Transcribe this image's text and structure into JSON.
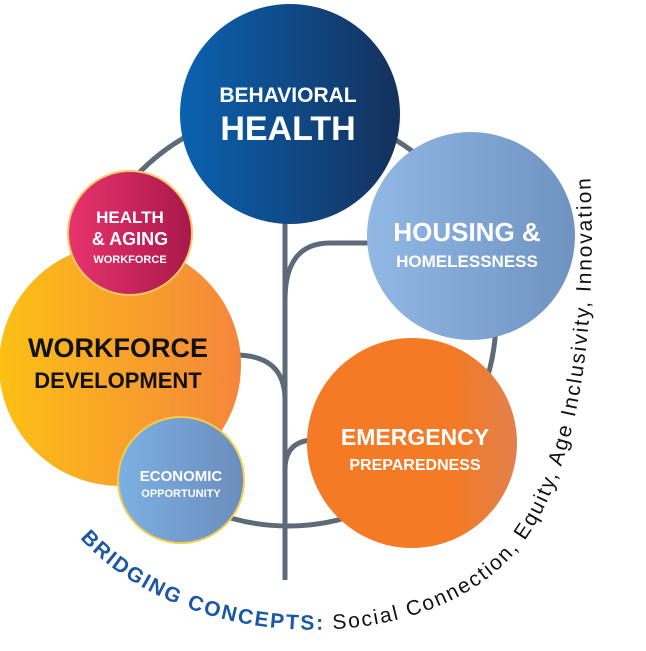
{
  "circles": {
    "behavioral": {
      "line1": "BEHAVIORAL",
      "line2": "HEALTH",
      "colors": [
        "#0a62b0",
        "#14315c"
      ]
    },
    "aging": {
      "line1": "HEALTH",
      "line2": "& AGING",
      "line3": "WORKFORCE",
      "colors": [
        "#e8336e",
        "#a9184a"
      ]
    },
    "workforce": {
      "line1": "WORKFORCE",
      "line2": "DEVELOPMENT",
      "colors": [
        "#fcc015",
        "#f5863c"
      ]
    },
    "economic": {
      "line1": "ECONOMIC",
      "line2": "OPPORTUNITY",
      "colors": [
        "#7cb0e2",
        "#6b8dbd"
      ]
    },
    "housing": {
      "line1": "HOUSING &",
      "line2": "HOMELESSNESS",
      "colors": [
        "#92b8e6",
        "#6e93c1"
      ]
    },
    "emergency": {
      "line1": "EMERGENCY",
      "line2": "PREPAREDNESS",
      "colors": [
        "#f47a26",
        "#e57d45"
      ]
    }
  },
  "stem_color": "#5d6b78",
  "bridging": {
    "label": "BRIDGING CONCEPTS:",
    "concepts": " Social Connection, Equity, Age Inclusivity, Innovation",
    "label_color": "#1a58a4"
  }
}
